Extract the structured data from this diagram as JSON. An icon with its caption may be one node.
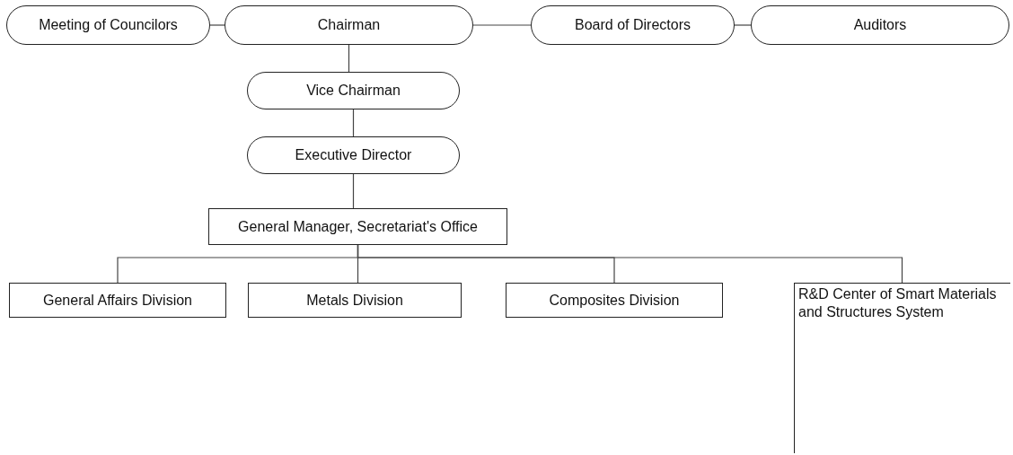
{
  "diagram": {
    "nodes": [
      {
        "text": [
          "Meeting of Councilors"
        ]
      },
      {
        "text": [
          "Chairman"
        ]
      },
      {
        "text": [
          "Board of Directors"
        ]
      },
      {
        "text": [
          "Auditors"
        ]
      },
      {
        "text": [
          "Vice Chairman"
        ]
      },
      {
        "text": [
          "Executive Director"
        ]
      },
      {
        "text": [
          "General Manager, Secretariat's Office"
        ]
      },
      {
        "text": [
          "General Affairs Division"
        ]
      },
      {
        "text": [
          "Metals Division"
        ]
      },
      {
        "text": [
          "Composites Division"
        ]
      },
      {
        "text": [
          "R&D Center of Smart Materials and Structures System"
        ]
      }
    ],
    "edges": [
      {
        "from": 0,
        "to": 1,
        "arrow": "none"
      },
      {
        "from": 1,
        "to": 2,
        "arrow": "none"
      },
      {
        "from": 2,
        "to": 3,
        "arrow": "none"
      },
      {
        "from": 1,
        "to": 4,
        "arrow": "none"
      },
      {
        "from": 4,
        "to": 5,
        "arrow": "none"
      },
      {
        "from": 5,
        "to": 6,
        "arrow": "none"
      },
      {
        "from": 6,
        "to": 7,
        "arrow": "none"
      },
      {
        "from": 6,
        "to": 8,
        "arrow": "none"
      },
      {
        "from": 6,
        "to": 9,
        "arrow": "none"
      },
      {
        "from": 6,
        "to": 10,
        "arrow": "none"
      }
    ]
  }
}
